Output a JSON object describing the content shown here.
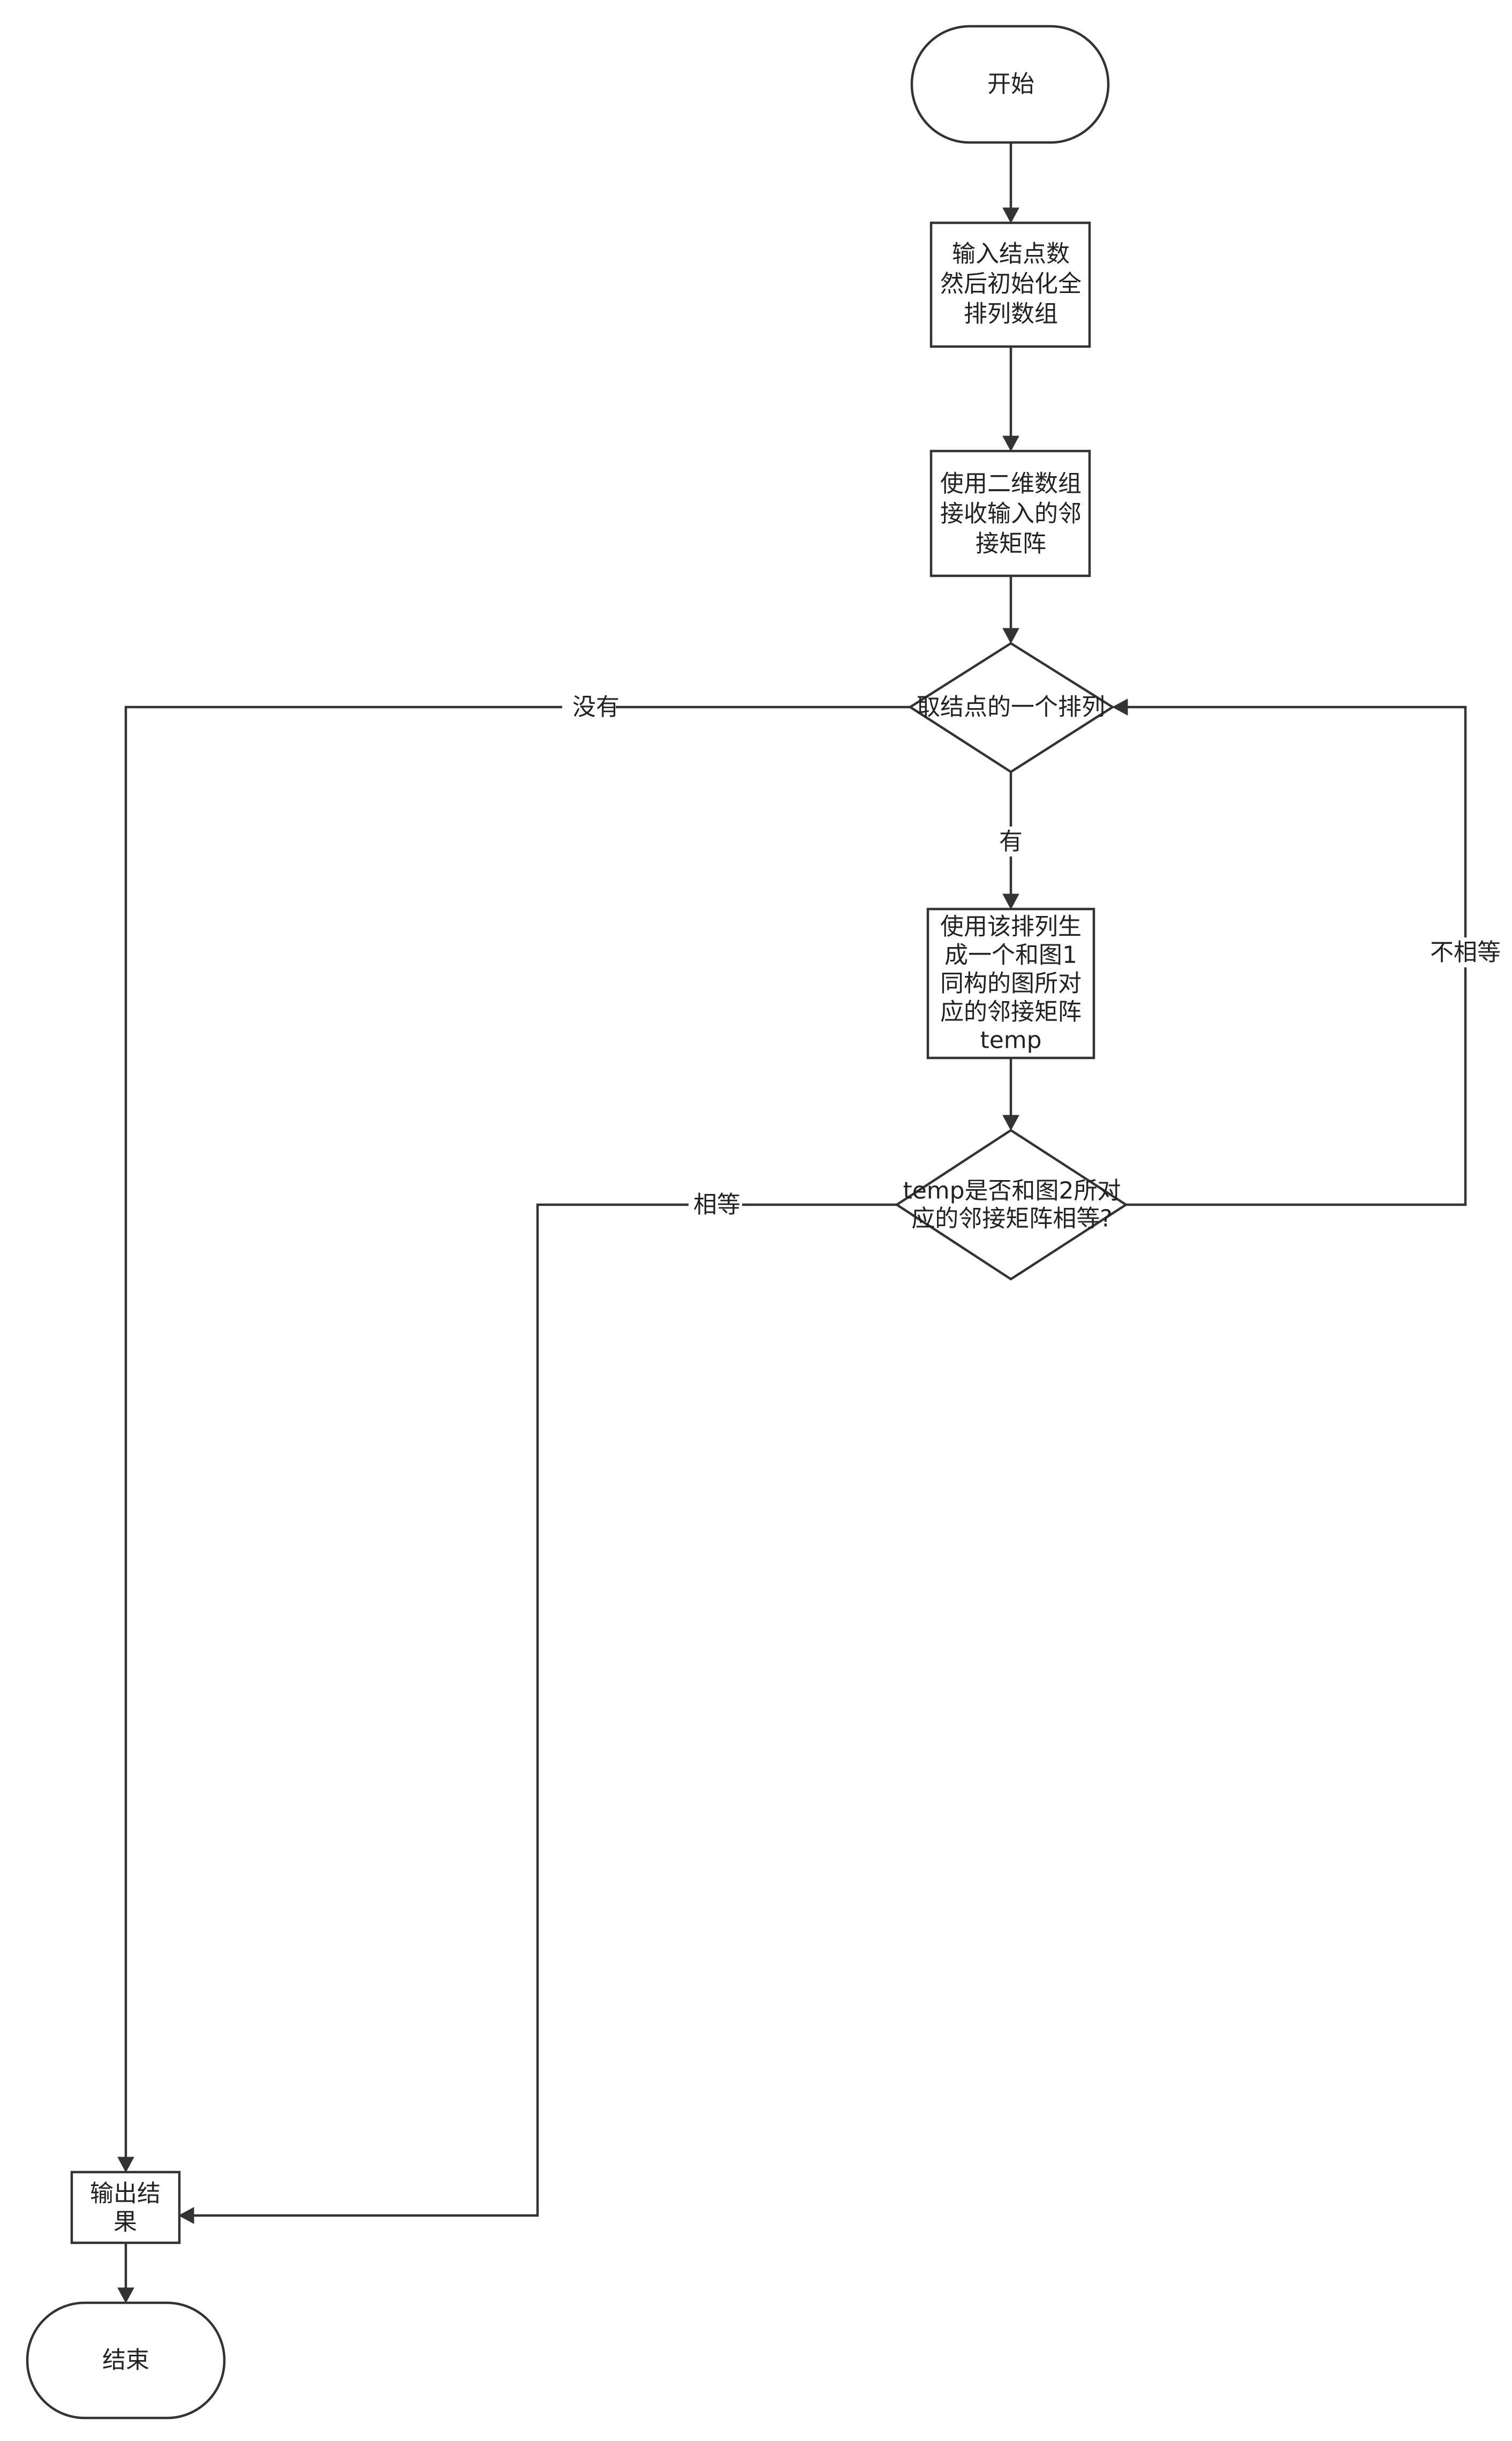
{
  "nodes": {
    "start": "开始",
    "init_line1": "输入结点数",
    "init_line2": "然后初始化全",
    "init_line3": "排列数组",
    "matrix_line1": "使用二维数组",
    "matrix_line2": "接收输入的邻",
    "matrix_line3": "接矩阵",
    "take_perm": "取结点的一个排列",
    "gen_line1": "使用该排列生",
    "gen_line2": "成一个和图1",
    "gen_line3": "同构的图所对",
    "gen_line4": "应的邻接矩阵",
    "gen_line5": "temp",
    "compare_line1": "temp是否和图2所对",
    "compare_line2": "应的邻接矩阵相等?",
    "output_line1": "输出结",
    "output_line2": "果",
    "end": "结束"
  },
  "edges": {
    "none": "没有",
    "has": "有",
    "not_equal": "不相等",
    "equal": "相等"
  },
  "colors": {
    "stroke": "#333333",
    "text": "#222222",
    "fill": "#ffffff"
  }
}
